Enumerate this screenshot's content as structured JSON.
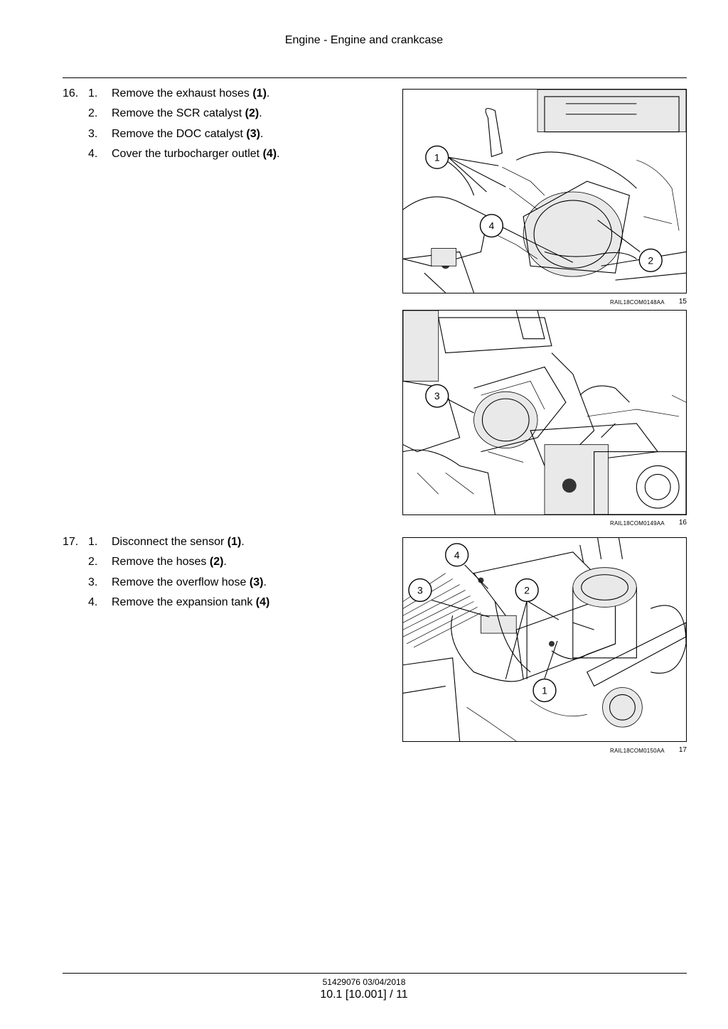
{
  "header": {
    "title": "Engine - Engine and crankcase"
  },
  "steps": [
    {
      "number": "16.",
      "items": [
        {
          "num": "1.",
          "text": "Remove the exhaust hoses ",
          "ref": "(1)",
          "tail": "."
        },
        {
          "num": "2.",
          "text": "Remove the SCR catalyst ",
          "ref": "(2)",
          "tail": "."
        },
        {
          "num": "3.",
          "text": "Remove the DOC catalyst ",
          "ref": "(3)",
          "tail": "."
        },
        {
          "num": "4.",
          "text": "Cover the turbocharger outlet ",
          "ref": "(4)",
          "tail": "."
        }
      ]
    },
    {
      "number": "17.",
      "items": [
        {
          "num": "1.",
          "text": "Disconnect the sensor ",
          "ref": "(1)",
          "tail": "."
        },
        {
          "num": "2.",
          "text": "Remove the hoses ",
          "ref": "(2)",
          "tail": "."
        },
        {
          "num": "3.",
          "text": "Remove the overflow hose ",
          "ref": "(3)",
          "tail": "."
        },
        {
          "num": "4.",
          "text": "Remove the expansion tank ",
          "ref": "(4)",
          "tail": ""
        }
      ]
    }
  ],
  "figures": [
    {
      "code": "RAIL18COM0148AA",
      "number": "15",
      "callouts": [
        "1",
        "4",
        "2"
      ]
    },
    {
      "code": "RAIL18COM0149AA",
      "number": "16",
      "callouts": [
        "3"
      ]
    },
    {
      "code": "RAIL18COM0150AA",
      "number": "17",
      "callouts": [
        "4",
        "3",
        "2",
        "1"
      ]
    }
  ],
  "footer": {
    "doc": "51429076 03/04/2018",
    "page": "10.1 [10.001] / 11"
  }
}
